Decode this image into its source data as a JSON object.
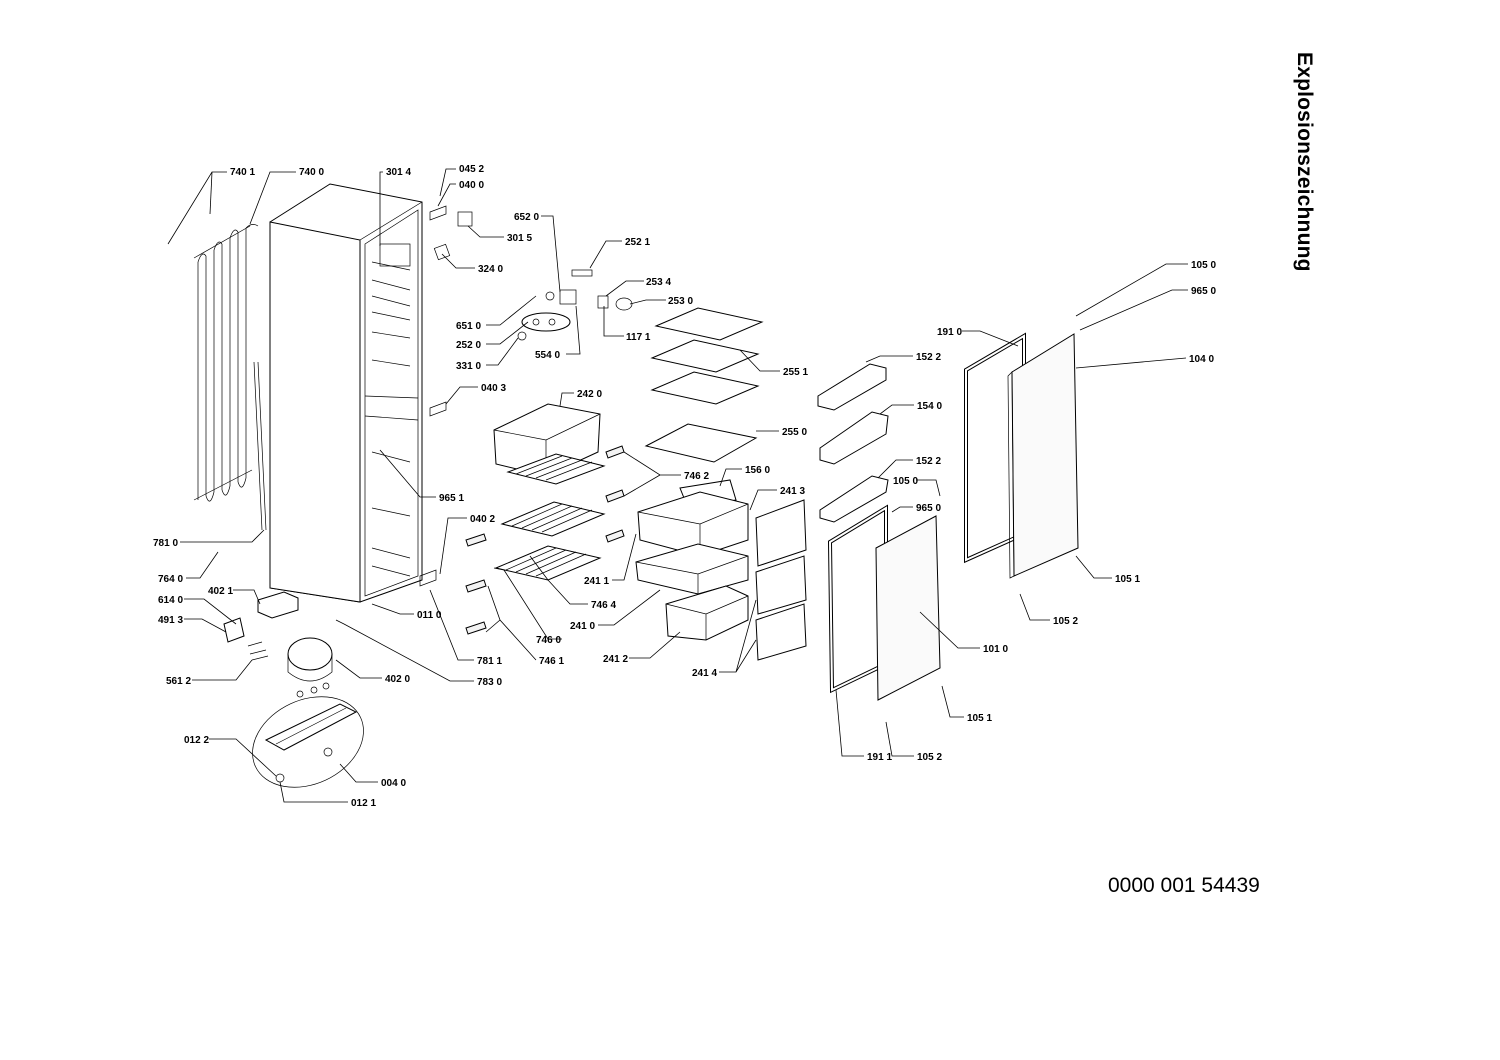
{
  "title": "Explosionszeichnung",
  "document_number": "0000 001 54439",
  "labels": [
    "740 1",
    "740 0",
    "301 4",
    "045 2",
    "040 0",
    "301 5",
    "324 0",
    "652 0",
    "252 1",
    "253 4",
    "253 0",
    "651 0",
    "252 0",
    "554 0",
    "117 1",
    "331 0",
    "255 1",
    "040 3",
    "242 0",
    "255 0",
    "746 2",
    "965 1",
    "156 0",
    "241 3",
    "040 2",
    "241 1",
    "781 0",
    "764 0",
    "402 1",
    "614 0",
    "491 3",
    "746 4",
    "746 0",
    "241 0",
    "011 0",
    "781 1",
    "746 1",
    "241 2",
    "241 4",
    "561 2",
    "402 0",
    "783 0",
    "012 2",
    "004 0",
    "012 1",
    "105 0",
    "965 0",
    "191 0",
    "104 0",
    "152 2",
    "154 0",
    "152 2",
    "105 0",
    "965 0",
    "105 1",
    "105 2",
    "101 0",
    "105 1",
    "191 1",
    "105 2"
  ]
}
